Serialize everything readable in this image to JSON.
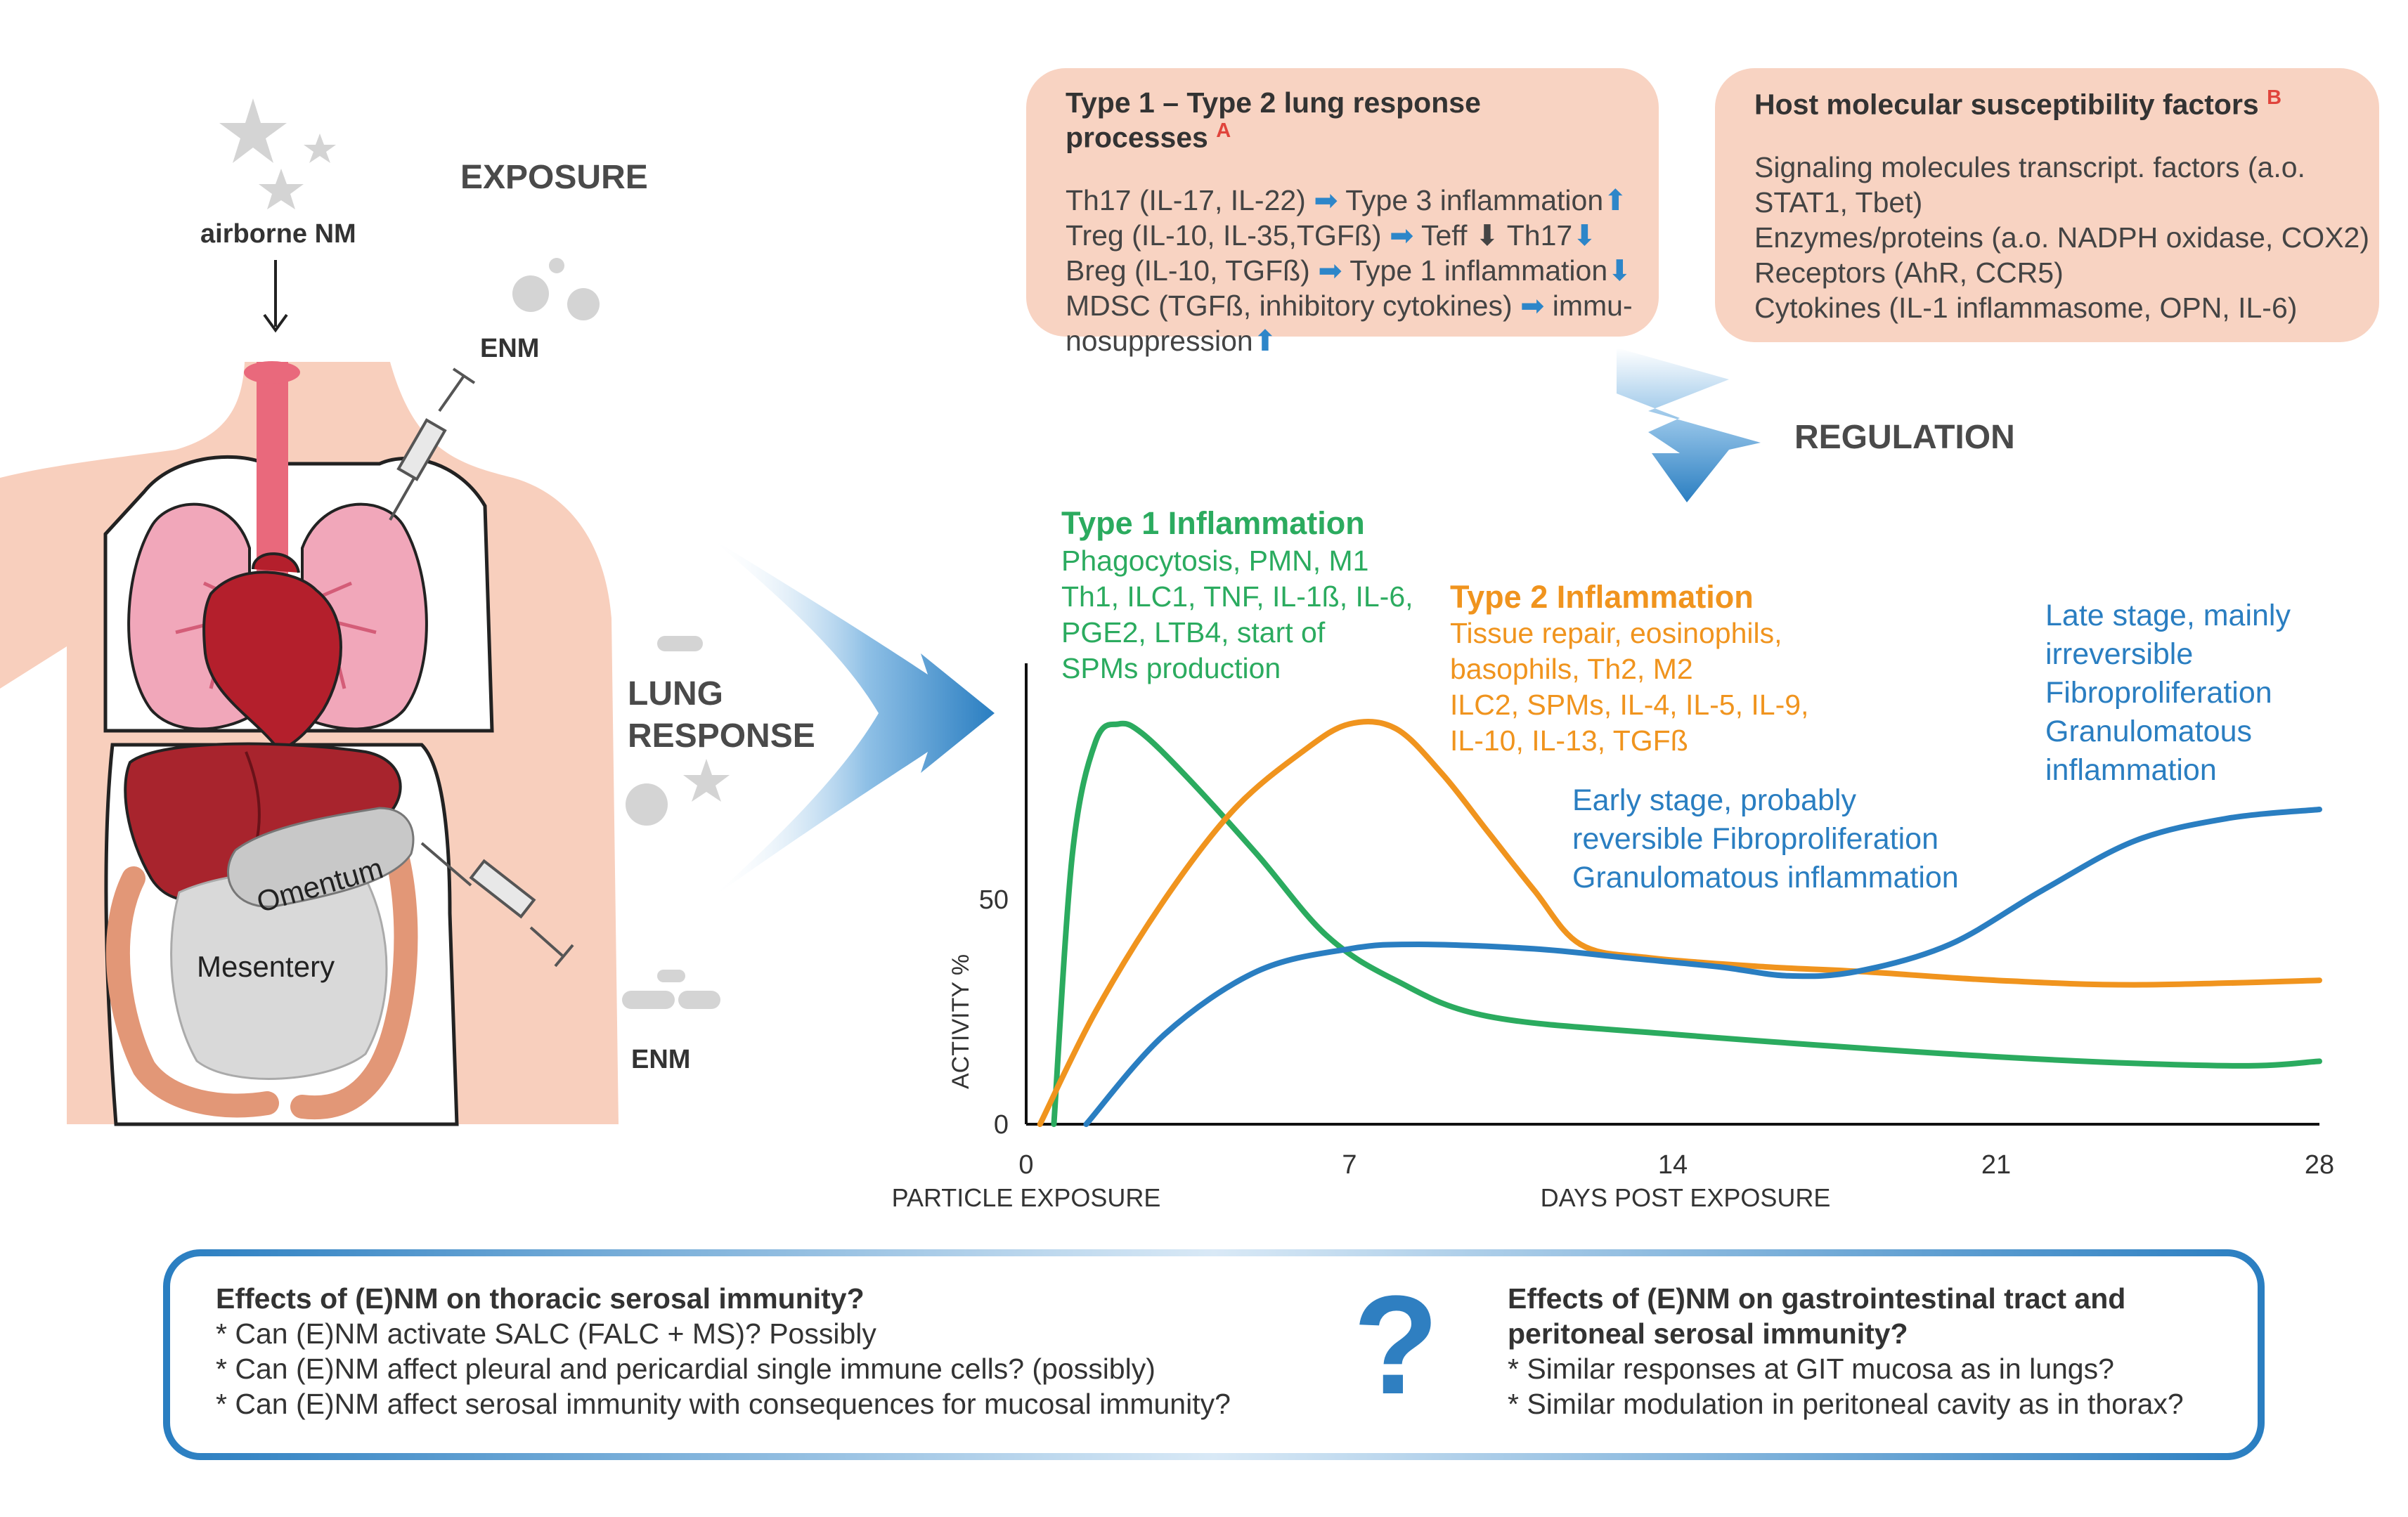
{
  "exposure": {
    "title": "EXPOSURE",
    "airborne_label": "airborne NM",
    "enm_label_top": "ENM",
    "enm_label_bottom": "ENM",
    "omentum_label": "Omentum",
    "mesentery_label": "Mesentery"
  },
  "lung_response": {
    "line1": "LUNG",
    "line2": "RESPONSE"
  },
  "regulation_label": "REGULATION",
  "type_processes": {
    "title": "Type 1 – Type 2 lung response processes",
    "sup": "A",
    "lines": [
      {
        "text": "Th17 (IL-17, IL-22) ",
        "arrow": "➡",
        "rest": " Type 3 inflammation",
        "end": "⬆"
      },
      {
        "text": "Treg (IL-10, IL-35,TGFß) ",
        "arrow": "➡",
        "rest": " Teff ⬇ Th17",
        "end": "⬇"
      },
      {
        "text": "Breg (IL-10, TGFß) ",
        "arrow": "➡",
        "rest": " Type 1 inflammation",
        "end": "⬇"
      },
      {
        "text": "MDSC (TGFß, inhibitory cytokines) ",
        "arrow": "➡",
        "rest": " immu-",
        "end": ""
      },
      {
        "text": "nosuppression",
        "arrow": "",
        "rest": "",
        "end": "⬆"
      }
    ]
  },
  "host_factors": {
    "title": "Host molecular susceptibility factors",
    "sup": "B",
    "lines": [
      "Signaling molecules transcript. factors (a.o.",
      "STAT1, Tbet)",
      "Enzymes/proteins (a.o. NADPH oxidase, COX2)",
      "Receptors (AhR, CCR5)",
      "Cytokines (IL-1 inflammasome, OPN, IL-6)"
    ]
  },
  "annotations": {
    "type1_title": "Type 1 Inflammation",
    "type1_lines": [
      "Phagocytosis, PMN, M1",
      "Th1, ILC1, TNF, IL-1ß, IL-6,",
      "PGE2, LTB4, start of",
      "SPMs production"
    ],
    "type2_title": "Type 2 Inflammation",
    "type2_lines": [
      "Tissue repair, eosinophils,",
      "basophils, Th2, M2",
      "ILC2, SPMs, IL-4, IL-5, IL-9,",
      "IL-10, IL-13, TGFß"
    ],
    "early_lines": [
      "Early stage, probably",
      "reversible Fibroproliferation",
      "Granulomatous inflammation"
    ],
    "late_lines": [
      "Late stage, mainly",
      "irreversible",
      "Fibroproliferation",
      "Granulomatous",
      "inflammation"
    ]
  },
  "chart_data": {
    "type": "line",
    "xlabel": "DAYS POST EXPOSURE",
    "x_origin_label": "PARTICLE EXPOSURE",
    "ylabel": "ACTIVITY %",
    "xticks": [
      0,
      7,
      14,
      21,
      28
    ],
    "yticks": [
      0,
      50
    ],
    "xlim": [
      0,
      28
    ],
    "ylim": [
      0,
      100
    ],
    "series": [
      {
        "key": "type1",
        "color": "#2bab5f",
        "x": [
          0.6,
          1.0,
          1.5,
          2.0,
          2.5,
          3.5,
          5,
          6.5,
          8,
          10,
          14,
          21,
          26,
          28
        ],
        "y": [
          0,
          60,
          85,
          89,
          87,
          77,
          60,
          42,
          32,
          24,
          20,
          15,
          13,
          14
        ]
      },
      {
        "key": "type2",
        "color": "#f0941e",
        "x": [
          0.3,
          1.5,
          3,
          4.5,
          6,
          7,
          8,
          9,
          10,
          11,
          12,
          13.5,
          16,
          18,
          21,
          24,
          28
        ],
        "y": [
          0,
          25,
          50,
          70,
          83,
          89,
          88,
          78,
          65,
          52,
          40,
          37,
          35,
          34,
          32,
          31,
          32
        ]
      },
      {
        "key": "fibro",
        "color": "#2a7ec1",
        "x": [
          1.3,
          3,
          5,
          7,
          8.5,
          11,
          13,
          15,
          16.5,
          18,
          20,
          22,
          24,
          26,
          28
        ],
        "y": [
          0,
          20,
          34,
          39,
          40,
          39,
          37,
          35,
          33,
          34,
          40,
          52,
          63,
          68,
          70
        ]
      }
    ]
  },
  "question_mark": "?",
  "thoracic": {
    "title": "Effects of (E)NM on thoracic serosal immunity?",
    "lines": [
      "* Can (E)NM activate SALC (FALC + MS)? Possibly",
      "* Can (E)NM affect pleural and pericardial single immune cells? (possibly)",
      "* Can (E)NM affect serosal immunity with consequences for mucosal immunity?"
    ]
  },
  "gi": {
    "title1": "Effects of (E)NM on gastrointestinal tract  and",
    "title2": "peritoneal serosal immunity?",
    "lines": [
      "* Similar responses at GIT mucosa as in lungs?",
      "* Similar modulation in peritoneal cavity as in thorax?"
    ]
  }
}
